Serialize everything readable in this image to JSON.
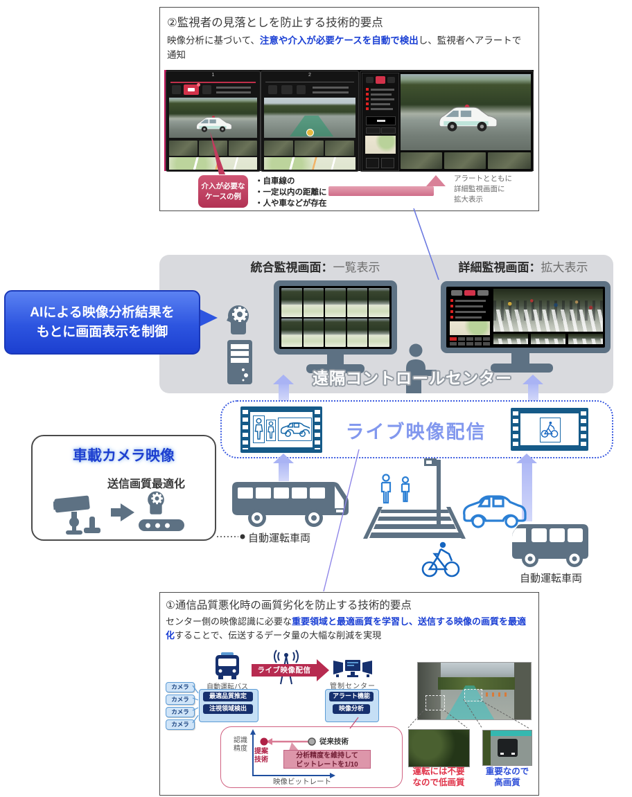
{
  "colors": {
    "highlight_blue": "#1a3fd4",
    "callout_pink": "#c23b5e",
    "bubble_blue": "#2d55e0",
    "slate_icon": "#5d7183",
    "navy_icon": "#16306e",
    "stream_arrow_red": "#b72b50",
    "stream_text_blue": "#8298ee",
    "lowq_red": "#e0344a",
    "highq_blue": "#2f4fd8"
  },
  "box2": {
    "title": "②監視者の見落としを防止する技術的要点",
    "body_pre": "映像分析に基づいて、",
    "body_highlight": "注意や介入が必要ケースを自動で検出",
    "body_post": "し、監視者へアラートで通知",
    "panel1_num": "1",
    "panel2_num": "2",
    "callout_lines": [
      "介入が必要な",
      "ケースの例"
    ],
    "bullets": [
      "・自車線の",
      "・一定以内の距離に",
      "・人や車などが存在"
    ],
    "annotation_lines": [
      "アラートとともに",
      "詳細監視画面に",
      "拡大表示"
    ]
  },
  "center": {
    "left_label_bold": "統合監視画面：",
    "left_label_normal": "一覧表示",
    "right_label_bold": "詳細監視画面：",
    "right_label_normal": "拡大表示",
    "bubble_lines": [
      "AIによる映像分析結果を",
      "もとに画面表示を制御"
    ],
    "name": "遠隔コントロールセンター"
  },
  "stream": {
    "label": "ライブ映像配信"
  },
  "camera_box": {
    "title": "車載カメラ映像",
    "subtitle": "送信画質最適化"
  },
  "vehicles": {
    "left_label": "自動運転車両",
    "right_label": "自動運転車両"
  },
  "box1": {
    "title": "①通信品質悪化時の画質劣化を防止する技術的要点",
    "body_pre": "センター側の映像認識に必要な",
    "body_highlight": "重要領域と最適画質を学習し、送信する映像の画質を最適化",
    "body_post": "することで、伝送するデータ量の大幅な削減を実現",
    "camera_labels": [
      "カメラ",
      "カメラ",
      "カメラ",
      "カメラ"
    ],
    "bus_label": "自動運転バス",
    "bus_modules": [
      "最適品質推定",
      "注視領域検出"
    ],
    "arrow_label": "ライブ映像配信",
    "center_label": "管制センター",
    "center_modules": [
      "アラート機能",
      "映像分析"
    ],
    "graph": {
      "y_label_lines": [
        "認識",
        "精度"
      ],
      "proposed_lines": [
        "提案",
        "技術"
      ],
      "conventional": "従来技術",
      "callout_lines": [
        "分析精度を維持して",
        "ビットレートを1/10"
      ],
      "x_label": "映像ビットレート"
    },
    "lowq_lines": [
      "運転には不要",
      "なので低画質"
    ],
    "highq_lines": [
      "重要なので",
      "高画質"
    ]
  }
}
